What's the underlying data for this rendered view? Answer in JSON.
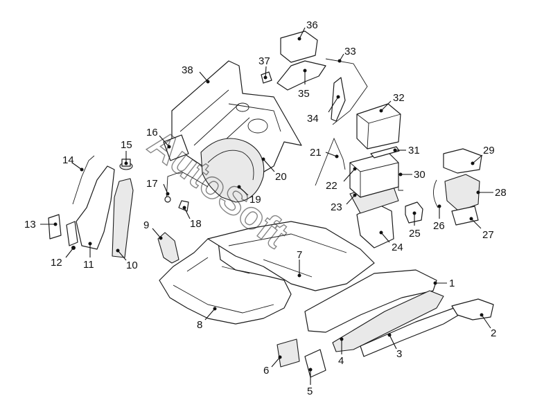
{
  "watermark": "AutoSoft",
  "callouts": [
    "1",
    "2",
    "3",
    "4",
    "5",
    "6",
    "7",
    "8",
    "9",
    "10",
    "11",
    "12",
    "13",
    "14",
    "15",
    "16",
    "17",
    "18",
    "19",
    "20",
    "21",
    "22",
    "23",
    "24",
    "25",
    "26",
    "27",
    "28",
    "29",
    "30",
    "31",
    "32",
    "33",
    "34",
    "35",
    "36",
    "37",
    "38"
  ]
}
